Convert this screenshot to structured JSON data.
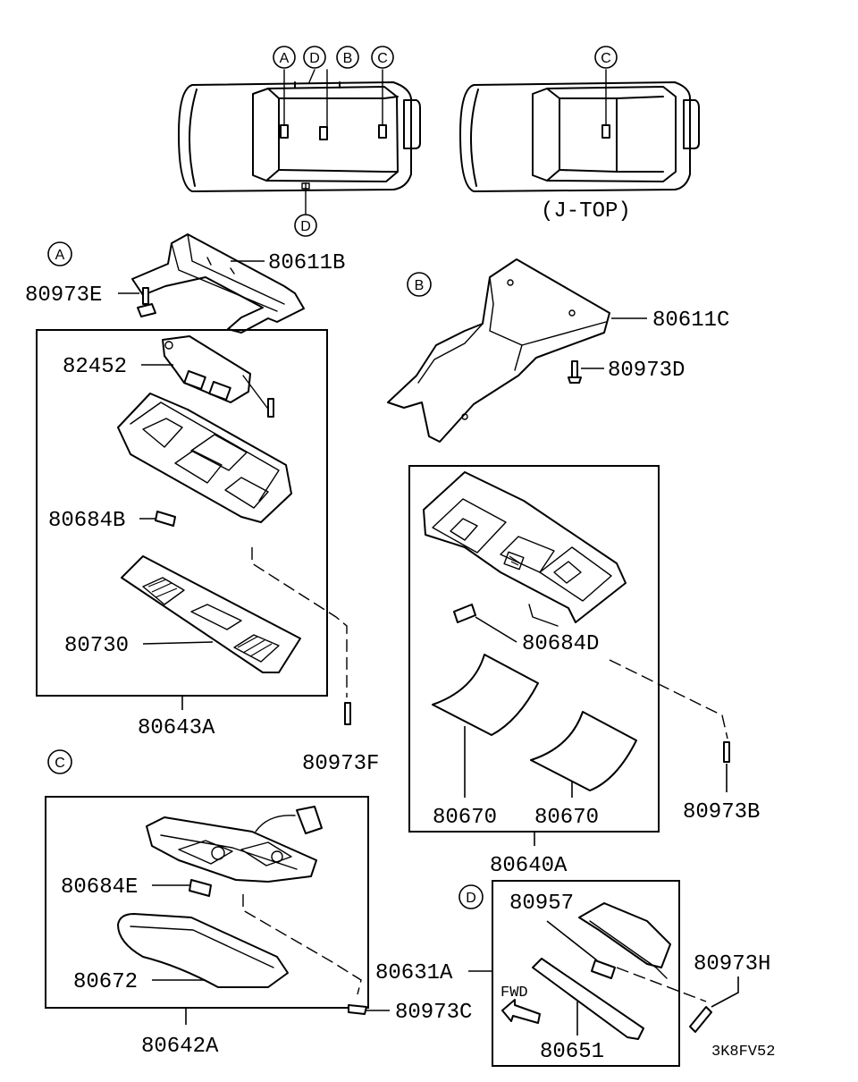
{
  "callouts": {
    "A": "A",
    "B": "B",
    "C": "C",
    "D": "D"
  },
  "variant_caption": "(J-TOP)",
  "parts": {
    "p80611B": "80611B",
    "p80973E": "80973E",
    "p82452": "82452",
    "p80684B": "80684B",
    "p80730": "80730",
    "p80643A": "80643A",
    "p80973F": "80973F",
    "p80611C": "80611C",
    "p80973D": "80973D",
    "p80684D": "80684D",
    "p80670a": "80670",
    "p80670b": "80670",
    "p80640A": "80640A",
    "p80973B": "80973B",
    "p80684E": "80684E",
    "p80672": "80672",
    "p80642A": "80642A",
    "p80973C": "80973C",
    "p80631A": "80631A",
    "p80957": "80957",
    "p80973H": "80973H",
    "p80651": "80651"
  },
  "fwd_label": "FWD",
  "drawing_code": "3K8FV52"
}
